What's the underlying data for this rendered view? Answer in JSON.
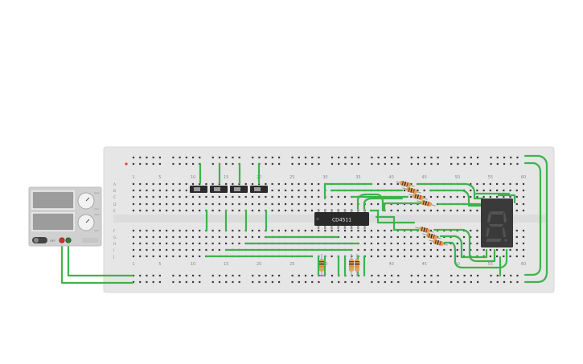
{
  "breadboard": {
    "top_numbers": [
      "1",
      "5",
      "10",
      "15",
      "20",
      "25",
      "30",
      "35",
      "40",
      "45",
      "50",
      "55",
      "60"
    ],
    "bottom_numbers": [
      "1",
      "5",
      "10",
      "15",
      "20",
      "25",
      "30",
      "35",
      "40",
      "45",
      "50",
      "55",
      "60"
    ],
    "row_letters_top": [
      "A",
      "B",
      "C",
      "D",
      "E"
    ],
    "row_letters_bottom": [
      "F",
      "G",
      "H",
      "I",
      "J"
    ]
  },
  "ic": {
    "label": "CD4511"
  },
  "display": {
    "digit": "8"
  },
  "power_supply": {
    "off_label": "OFF"
  },
  "colors": {
    "wire": "#3cb44a",
    "board": "#e6e6e6",
    "hole": "#3a3a3a",
    "rail_red": "#e04040",
    "ic_body": "#2a2a2a",
    "display_body": "#3a3a3a",
    "resistor": "#d9a35a"
  }
}
